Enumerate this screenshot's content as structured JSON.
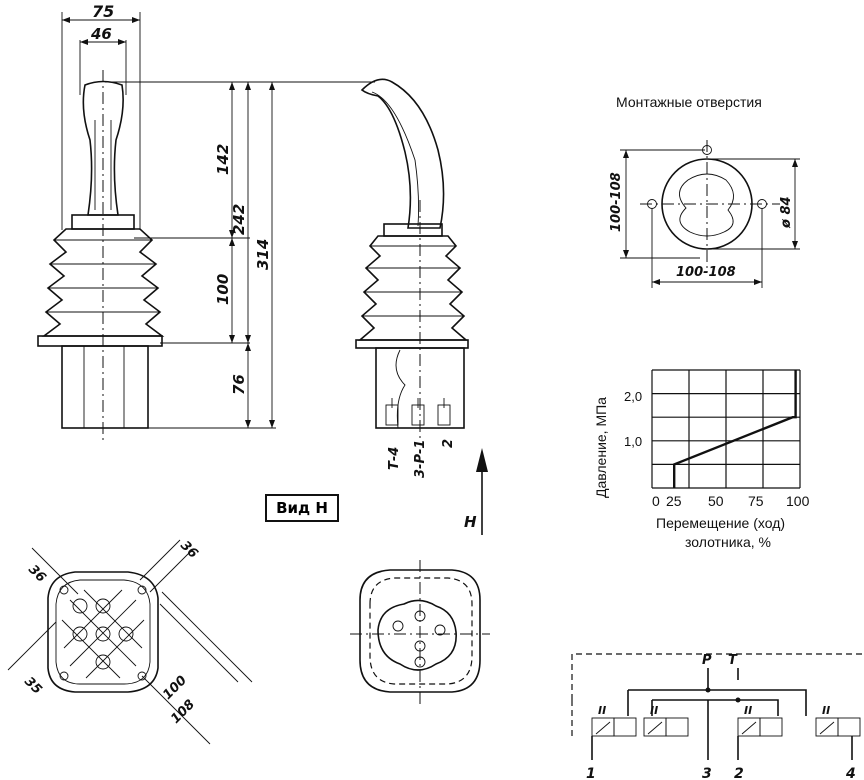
{
  "front_view": {
    "dim_75": "75",
    "dim_46": "46",
    "dim_142": "142",
    "dim_242": "242",
    "dim_314": "314",
    "dim_100": "100",
    "dim_76": "76"
  },
  "side_view": {
    "port_labels": [
      "Т-4",
      "3-Р-1",
      "2"
    ],
    "arrow_label": "Н"
  },
  "view_label": "Вид Н",
  "mounting": {
    "title": "Монтажные отверстия",
    "dim_vertical": "100-108",
    "dim_horizontal": "100-108",
    "dim_diameter": "ø 84"
  },
  "chart_data": {
    "type": "line",
    "ylabel": "Давление, МПа",
    "xlabel_line1": "Перемещение (ход)",
    "xlabel_line2": "золотника, %",
    "x_ticks": [
      "0",
      "25",
      "50",
      "75",
      "100"
    ],
    "y_ticks": [
      "2,0",
      "1,0"
    ],
    "xlim": [
      0,
      100
    ],
    "ylim": [
      0,
      2.5
    ],
    "grid": true,
    "series": [
      {
        "x": [
          15,
          15,
          95,
          97,
          97
        ],
        "y": [
          0,
          0.5,
          1.5,
          1.5,
          2.5
        ]
      }
    ]
  },
  "bottom_view": {
    "dim_36a": "36",
    "dim_36b": "36",
    "dim_35": "35",
    "dim_100": "100",
    "dim_108": "108"
  },
  "hydraulic": {
    "label_p": "Р",
    "label_t": "Т",
    "valve_mark": "II",
    "port_labels": [
      "1",
      "3",
      "2",
      "4"
    ]
  }
}
